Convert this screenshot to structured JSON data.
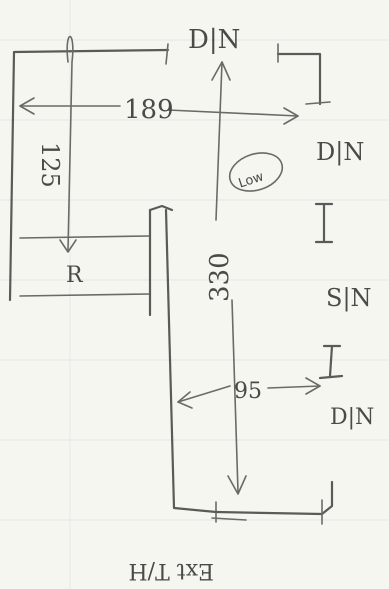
{
  "labels": {
    "top_left_dn": "D|N",
    "right_dn_upper": "D|N",
    "right_sn": "S|N",
    "right_dn_lower": "D|N",
    "bottom_label": "Ext T/H",
    "room_letter": "R",
    "low_note": "Low"
  },
  "dimensions": {
    "width_top": "189",
    "height_left": "125",
    "height_center": "330",
    "width_lower": "95"
  },
  "colors": {
    "paper": "#f6f6f1",
    "pencil": "#5a5a58",
    "rule_line": "#d8dde6"
  }
}
